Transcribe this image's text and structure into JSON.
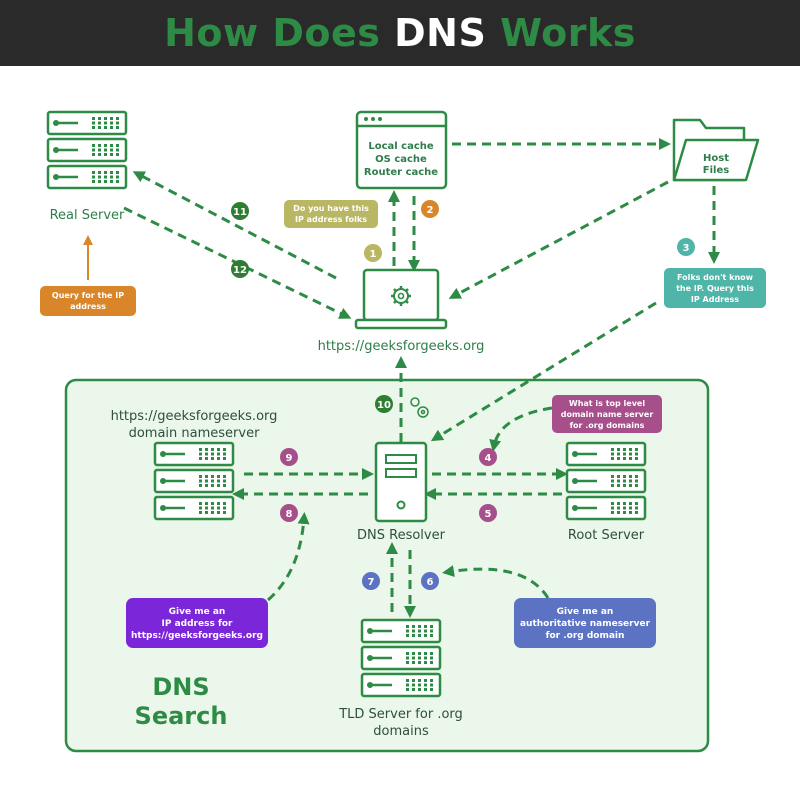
{
  "header": {
    "title_part1": "How Does ",
    "title_part2": "DNS",
    "title_part3": " Works"
  },
  "nodes": {
    "real_server": "Real Server",
    "cache_lines": [
      "Local cache",
      "OS cache",
      "Router cache"
    ],
    "host_files_lines": [
      "Host",
      "Files"
    ],
    "client": "https://geeksforgeeks.org",
    "nameserver_lines": [
      "https://geeksforgeeks.org",
      "domain nameserver"
    ],
    "resolver": "DNS Resolver",
    "root_server": "Root Server",
    "tld_lines": [
      "TLD Server for .org",
      "domains"
    ],
    "dns_search_lines": [
      "DNS",
      "Search"
    ]
  },
  "notes": {
    "query_ip": [
      "Query for the IP",
      "address"
    ],
    "do_you_have": [
      "Do you have this",
      "IP address folks"
    ],
    "folks_dont_know": [
      "Folks don't know",
      "the IP. Query this",
      "IP Address"
    ],
    "top_level": [
      "What is top level",
      "domain name server",
      "for .org domains"
    ],
    "give_ip": [
      "Give me an",
      "IP address for",
      "https://geeksforgeeks.org"
    ],
    "give_auth": [
      "Give me an",
      "authoritative nameserver",
      "for .org domain"
    ]
  },
  "steps": [
    "1",
    "2",
    "3",
    "4",
    "5",
    "6",
    "7",
    "8",
    "9",
    "10",
    "11",
    "12"
  ],
  "colors": {
    "green": "#2e8b45",
    "dark_green": "#2e7d32",
    "panel_fill": "#eaf7ea",
    "orange": "#d9862a",
    "olive": "#b9b764",
    "teal": "#4fb5a9",
    "magenta": "#a64f8a",
    "purple": "#7b27d9",
    "blue": "#5b73c2"
  }
}
